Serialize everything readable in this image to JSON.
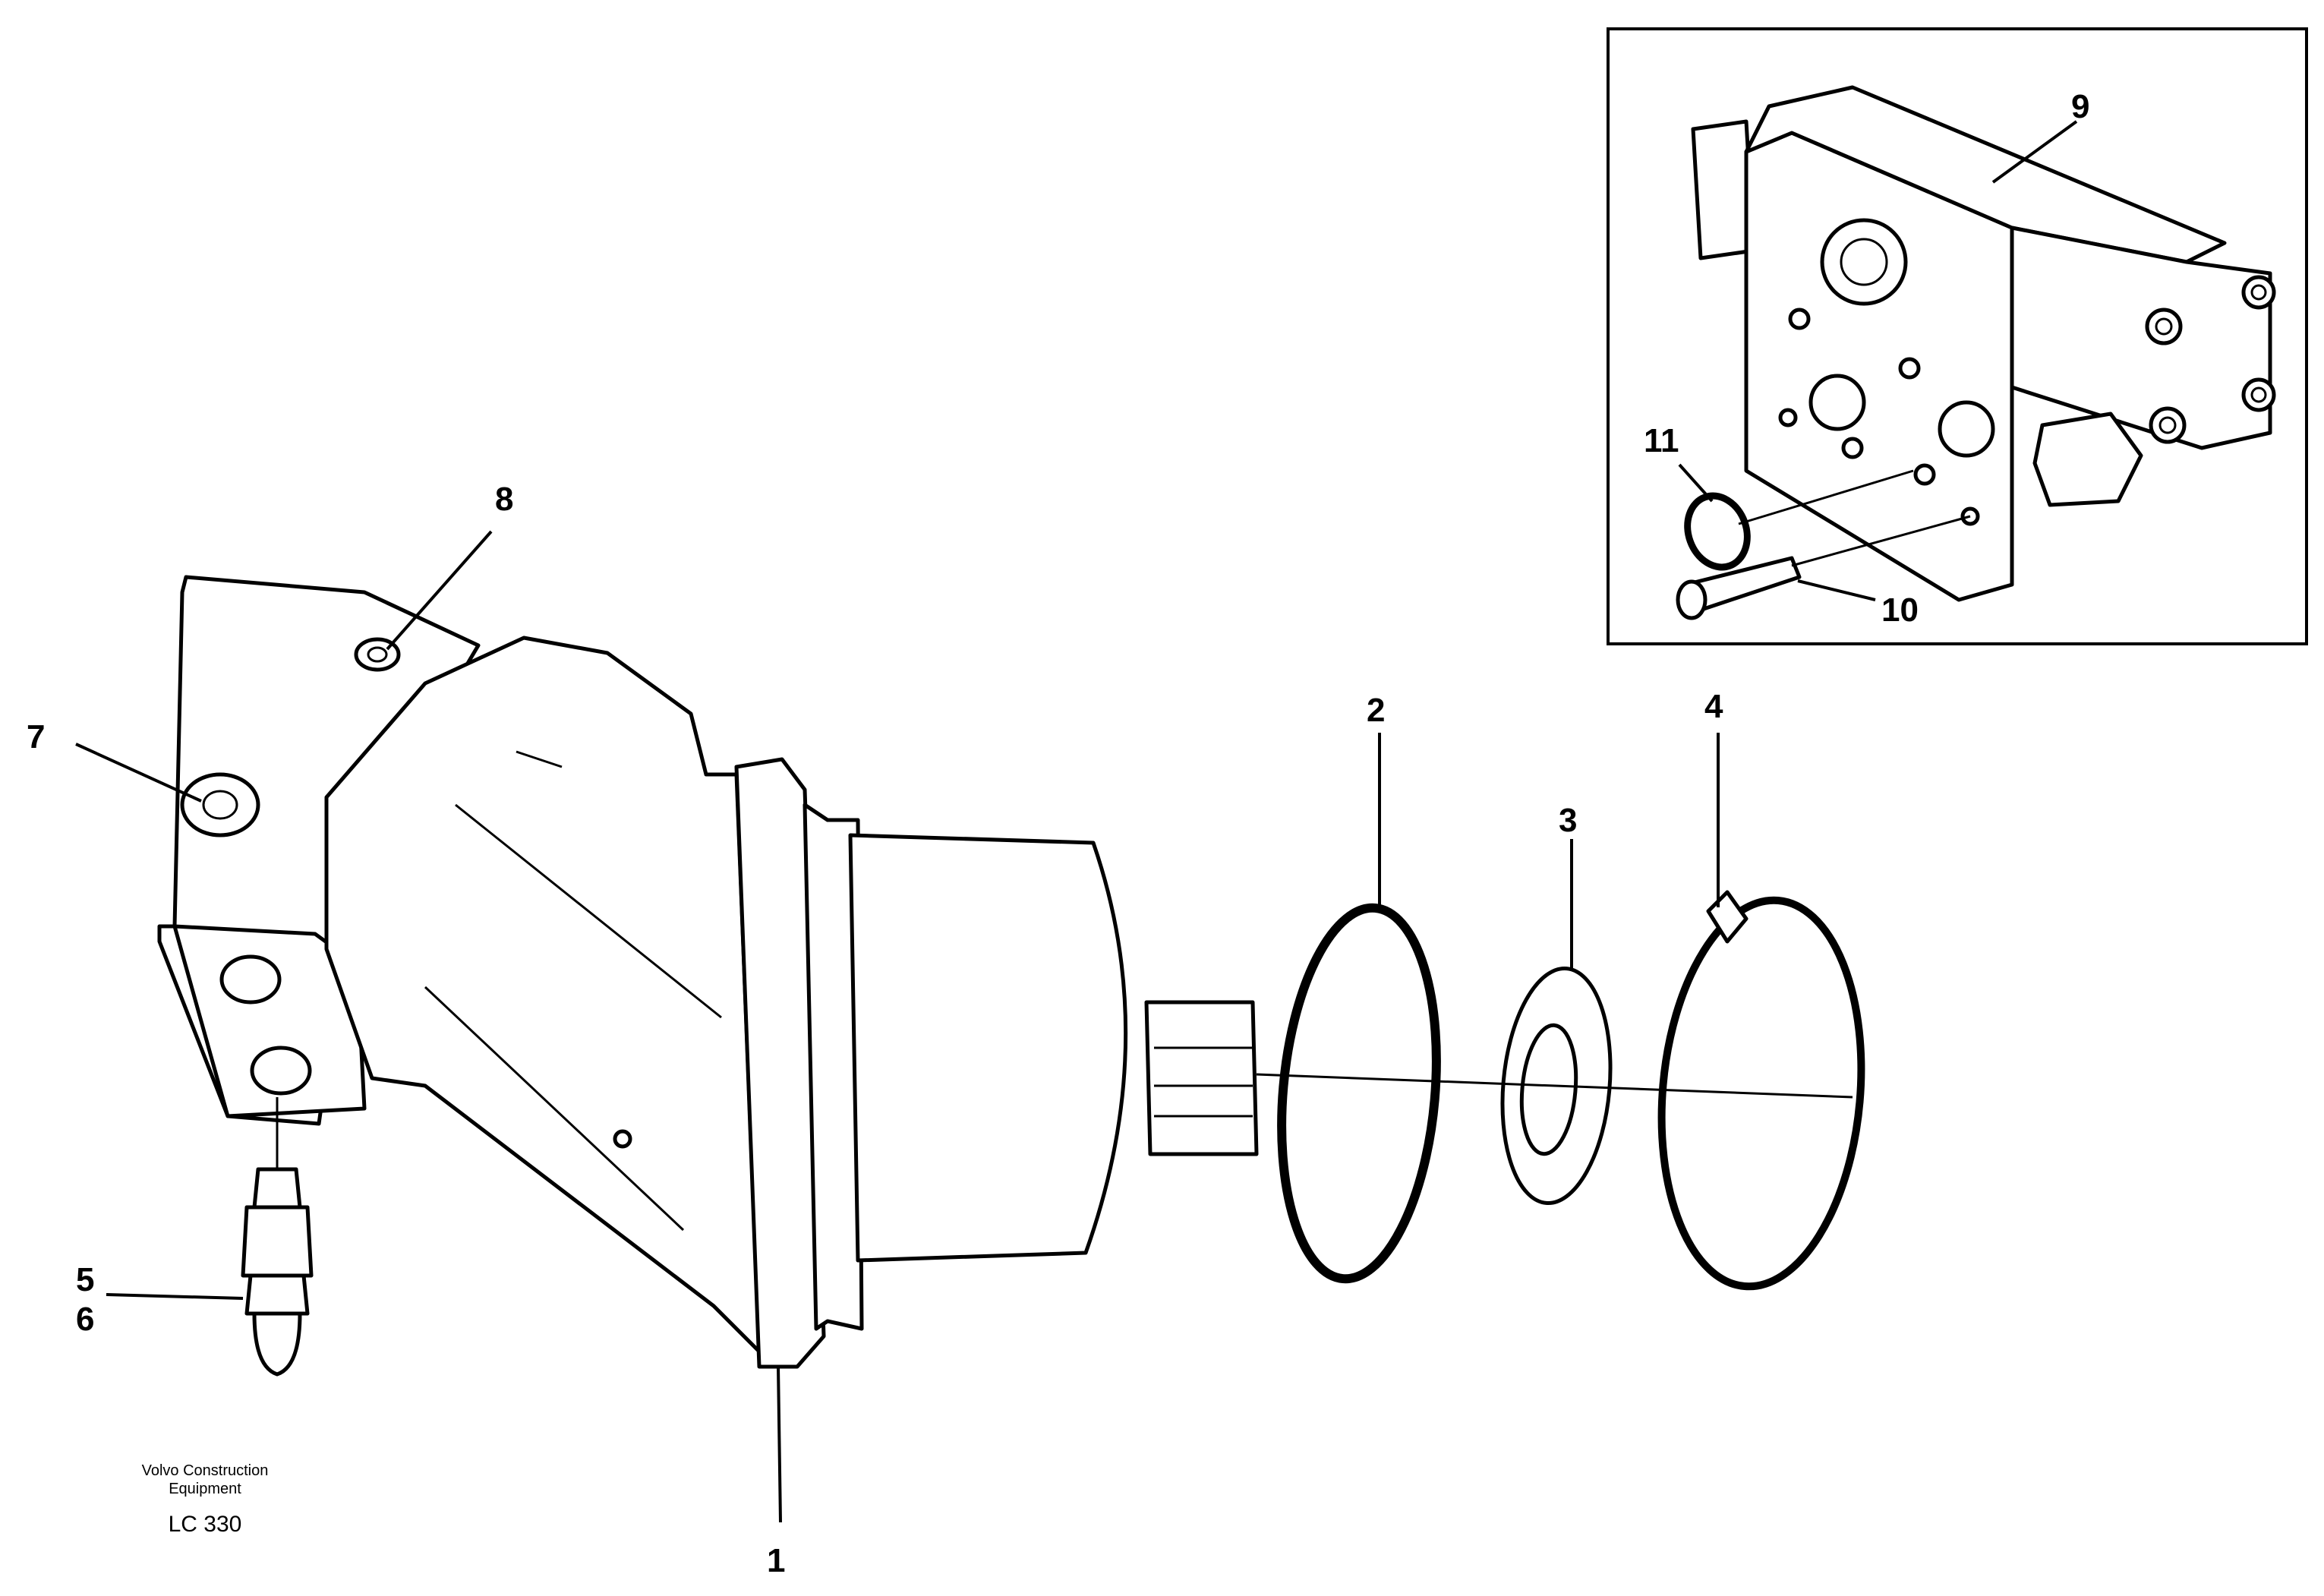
{
  "callouts": {
    "c1": "1",
    "c2": "2",
    "c3": "3",
    "c4": "4",
    "c5": "5",
    "c6": "6",
    "c7": "7",
    "c8": "8",
    "c9": "9",
    "c10": "10",
    "c11": "11"
  },
  "footer": {
    "brand_line1": "Volvo Construction",
    "brand_line2": "Equipment",
    "code": "LC 330"
  }
}
